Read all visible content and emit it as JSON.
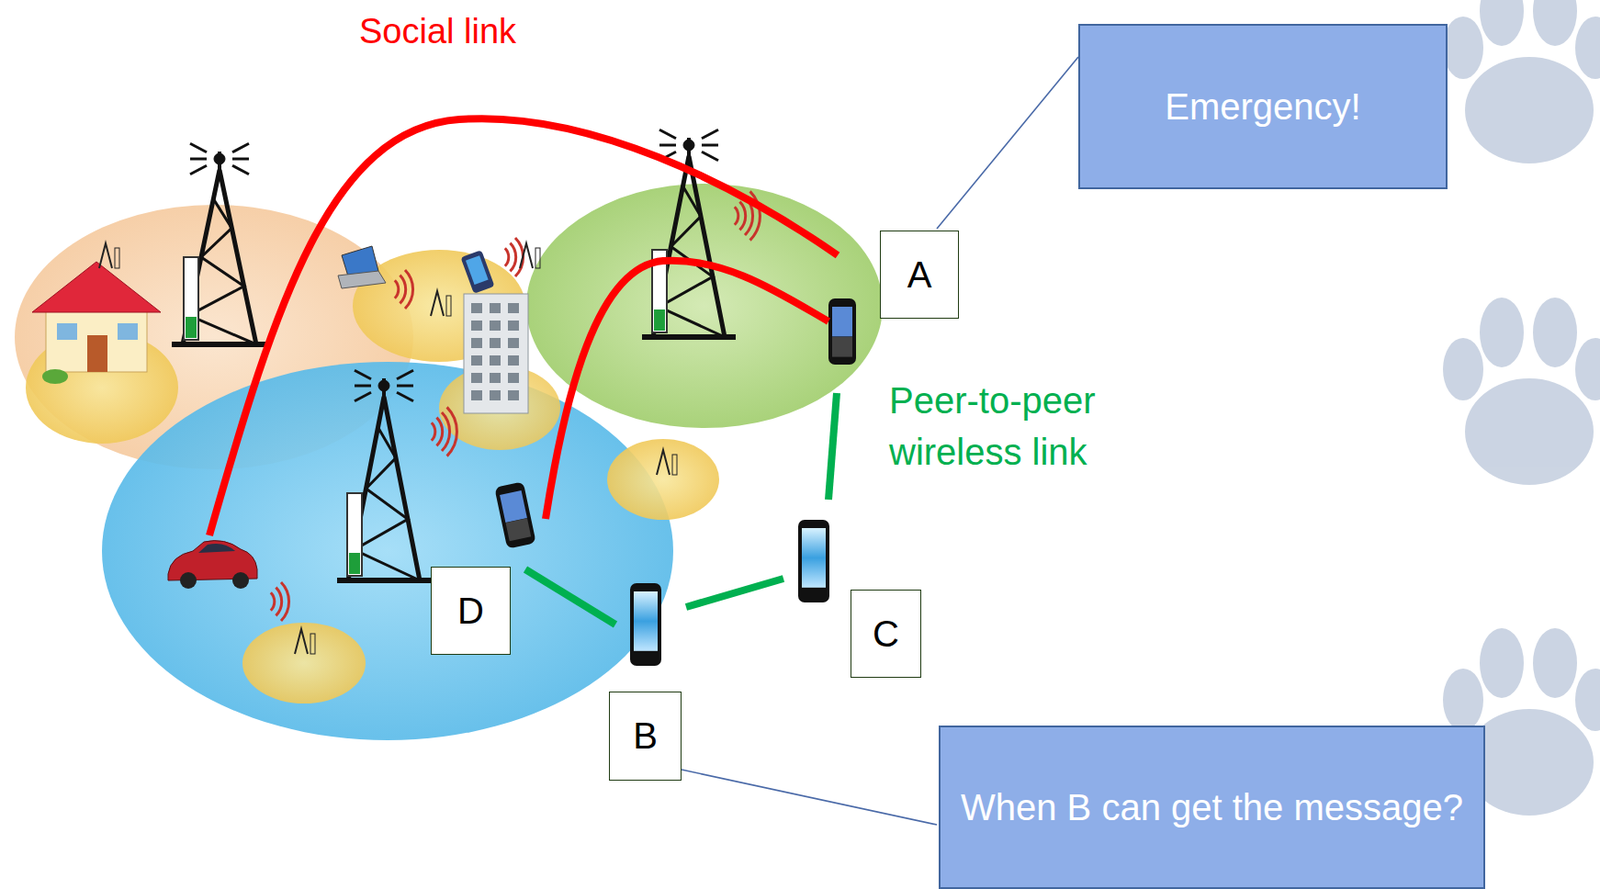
{
  "diagram": {
    "nodes": [
      {
        "text": [
          "Emergency!"
        ]
      },
      {
        "text": [
          "A"
        ]
      },
      {
        "text": [
          "D"
        ]
      },
      {
        "text": [
          "C"
        ]
      },
      {
        "text": [
          "B"
        ]
      },
      {
        "text": [
          "When B can get the message?"
        ]
      }
    ],
    "edges": [
      {
        "from": 0,
        "to": 1,
        "arrow": "none"
      },
      {
        "from": 4,
        "to": 5,
        "arrow": "none"
      }
    ],
    "labels": [
      "Social link",
      "Peer-to-peer wireless link"
    ]
  }
}
